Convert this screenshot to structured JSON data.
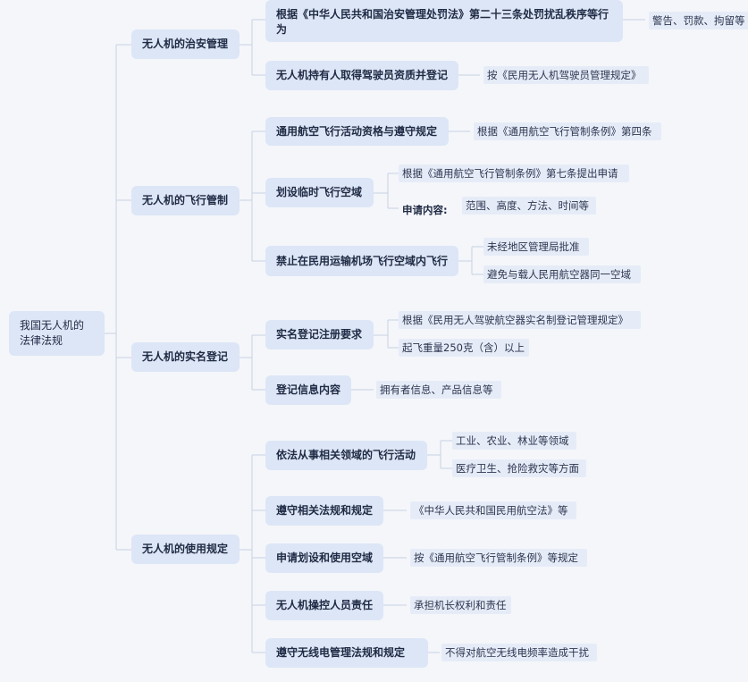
{
  "root": "我国无人机的法律法规",
  "branches": [
    {
      "title": "无人机的治安管理",
      "items": [
        {
          "label": "根据《中华人民共和国治安管理处罚法》第二十三条处罚扰乱秩序等行为",
          "leaves": [
            "警告、罚款、拘留等"
          ]
        },
        {
          "label": "无人机持有人取得驾驶员资质并登记",
          "leaves": [
            "按《民用无人机驾驶员管理规定》"
          ]
        }
      ]
    },
    {
      "title": "无人机的飞行管制",
      "items": [
        {
          "label": "通用航空飞行活动资格与遵守规定",
          "leaves": [
            "根据《通用航空飞行管制条例》第四条"
          ]
        },
        {
          "label": "划设临时飞行空域",
          "leaves": [
            "根据《通用航空飞行管制条例》第七条提出申请"
          ],
          "sub_label": "申请内容:",
          "sub_leaf": "范围、高度、方法、时间等"
        },
        {
          "label": "禁止在民用运输机场飞行空域内飞行",
          "leaves": [
            "未经地区管理局批准",
            "避免与载人民用航空器同一空域"
          ]
        }
      ]
    },
    {
      "title": "无人机的实名登记",
      "items": [
        {
          "label": "实名登记注册要求",
          "leaves": [
            "根据《民用无人驾驶航空器实名制登记管理规定》",
            "起飞重量250克（含）以上"
          ]
        },
        {
          "label": "登记信息内容",
          "leaves": [
            "拥有者信息、产品信息等"
          ]
        }
      ]
    },
    {
      "title": "无人机的使用规定",
      "items": [
        {
          "label": "依法从事相关领域的飞行活动",
          "leaves": [
            "工业、农业、林业等领域",
            "医疗卫生、抢险救灾等方面"
          ]
        },
        {
          "label": "遵守相关法规和规定",
          "leaves": [
            "《中华人民共和国民用航空法》等"
          ]
        },
        {
          "label": "申请划设和使用空域",
          "leaves": [
            "按《通用航空飞行管制条例》等规定"
          ]
        },
        {
          "label": "无人机操控人员责任",
          "leaves": [
            "承担机长权利和责任"
          ]
        },
        {
          "label": "遵守无线电管理法规和规定",
          "leaves": [
            "不得对航空无线电频率造成干扰"
          ]
        }
      ]
    }
  ]
}
